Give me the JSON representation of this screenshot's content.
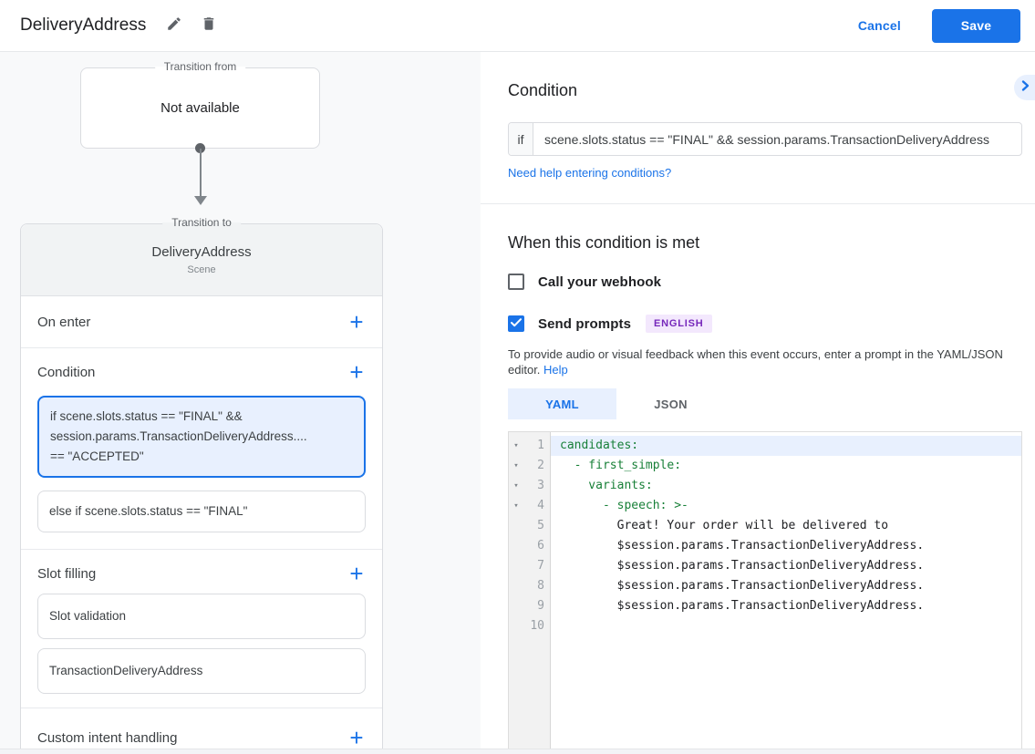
{
  "colors": {
    "accent_blue": "#1a73e8",
    "selected_blue_bg": "#e8f0fe",
    "badge_purple_text": "#7627bb",
    "badge_purple_bg": "#f3e8fd",
    "code_key_green": "#188038",
    "page_gray": "#f8f9fa"
  },
  "header": {
    "title": "DeliveryAddress",
    "cancel_label": "Cancel",
    "save_label": "Save",
    "icons": {
      "edit": "pencil-icon",
      "delete": "trash-icon"
    }
  },
  "flow": {
    "from_box": {
      "legend": "Transition from",
      "value": "Not available"
    },
    "to_card": {
      "legend": "Transition to",
      "title": "DeliveryAddress",
      "subtitle": "Scene",
      "on_enter_label": "On enter",
      "condition_label": "Condition",
      "condition_cards": {
        "selected_lines": [
          "if scene.slots.status == \"FINAL\" &&",
          "session.params.TransactionDeliveryAddress....",
          "== \"ACCEPTED\""
        ],
        "else_text": "else if scene.slots.status == \"FINAL\""
      },
      "slot_label": "Slot filling",
      "slot_cards": [
        "Slot validation",
        "TransactionDeliveryAddress"
      ],
      "custom_label": "Custom intent handling"
    }
  },
  "condition_panel": {
    "title": "Condition",
    "if_label": "if",
    "expression": "scene.slots.status == \"FINAL\" && session.params.TransactionDeliveryAddress",
    "help_link": "Need help entering conditions?"
  },
  "when_met": {
    "title": "When this condition is met",
    "webhook_label": "Call your webhook",
    "webhook_checked": false,
    "send_prompts_label": "Send prompts",
    "send_prompts_checked": true,
    "language_badge": "ENGLISH",
    "description_line1": "To provide audio or visual feedback when this event occurs, enter a prompt in the YAML/JSON",
    "description_line2": "editor.",
    "help_label": "Help",
    "tabs": [
      {
        "label": "YAML",
        "active": true
      },
      {
        "label": "JSON",
        "active": false
      }
    ]
  },
  "code_editor": {
    "lines": [
      {
        "num": "1",
        "text": "candidates:",
        "kind": "key",
        "fold": true,
        "active": true
      },
      {
        "num": "2",
        "text": "  - first_simple:",
        "kind": "key",
        "fold": true,
        "active": false
      },
      {
        "num": "3",
        "text": "    variants:",
        "kind": "key",
        "fold": true,
        "active": false
      },
      {
        "num": "4",
        "text": "      - speech: >-",
        "kind": "key",
        "fold": true,
        "active": false
      },
      {
        "num": "5",
        "text": "        Great! Your order will be delivered to",
        "kind": "text",
        "fold": false,
        "active": false
      },
      {
        "num": "6",
        "text": "        $session.params.TransactionDeliveryAddress.",
        "kind": "text",
        "fold": false,
        "active": false
      },
      {
        "num": "7",
        "text": "        $session.params.TransactionDeliveryAddress.",
        "kind": "text",
        "fold": false,
        "active": false
      },
      {
        "num": "8",
        "text": "        $session.params.TransactionDeliveryAddress.",
        "kind": "text",
        "fold": false,
        "active": false
      },
      {
        "num": "9",
        "text": "        $session.params.TransactionDeliveryAddress.",
        "kind": "text",
        "fold": false,
        "active": false
      },
      {
        "num": "10",
        "text": "",
        "kind": "text",
        "fold": false,
        "active": false
      }
    ]
  }
}
